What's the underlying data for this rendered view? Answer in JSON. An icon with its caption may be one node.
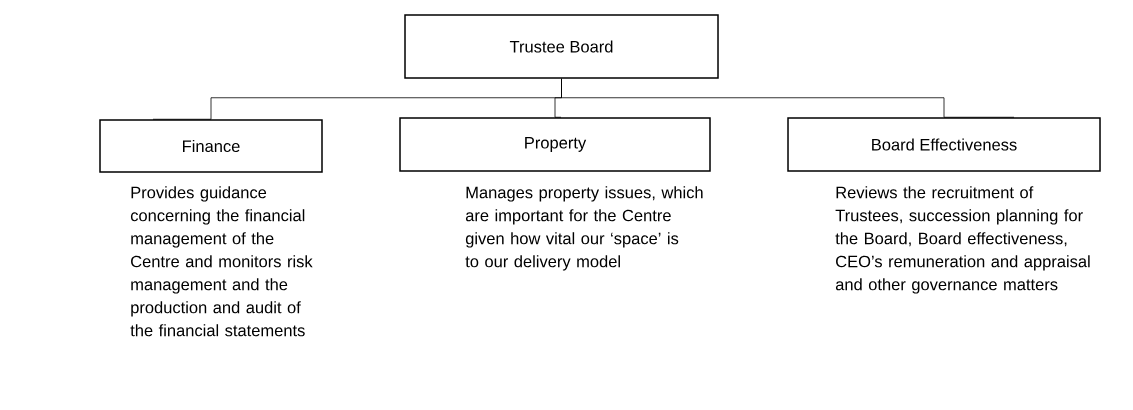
{
  "diagram": {
    "nodes": [
      {
        "text": [
          "Trustee Board"
        ]
      },
      {
        "text": [
          "Finance"
        ],
        "beside": [
          "Provides guidance concerning the financial management of the Centre and monitors risk management and the production and audit of the financial statements"
        ]
      },
      {
        "text": [
          "Property"
        ],
        "beside": [
          "Manages property issues, which are important for the Centre given how vital our ‘space’ is to our delivery model"
        ]
      },
      {
        "text": [
          "Board Effectiveness"
        ],
        "beside": [
          "Reviews the recruitment of Trustees, succession planning for the Board, Board effectiveness, CEO’s remuneration and appraisal and other governance matters"
        ]
      }
    ],
    "edges": [
      {
        "from": 0,
        "to": 1,
        "arrow": "none"
      },
      {
        "from": 0,
        "to": 2,
        "arrow": "none"
      },
      {
        "from": 0,
        "to": 3,
        "arrow": "none"
      }
    ]
  }
}
